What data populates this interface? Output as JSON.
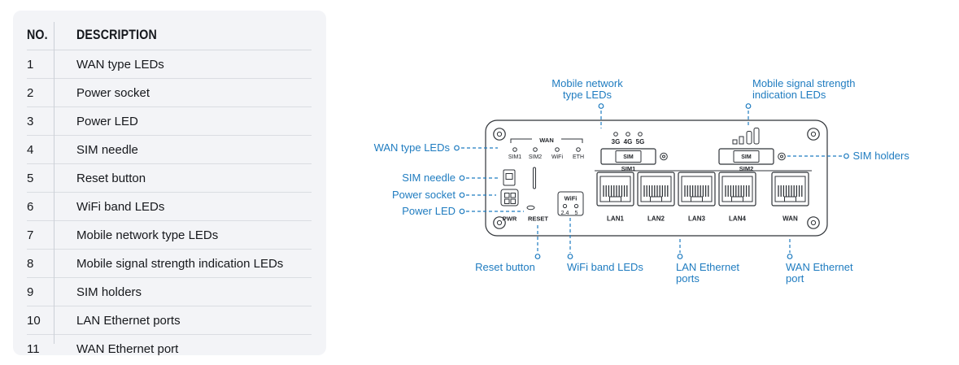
{
  "table": {
    "headers": {
      "no": "NO.",
      "description": "DESCRIPTION"
    },
    "rows": [
      {
        "no": "1",
        "description": "WAN type LEDs"
      },
      {
        "no": "2",
        "description": "Power socket"
      },
      {
        "no": "3",
        "description": "Power LED"
      },
      {
        "no": "4",
        "description": "SIM needle"
      },
      {
        "no": "5",
        "description": "Reset button"
      },
      {
        "no": "6",
        "description": "WiFi band LEDs"
      },
      {
        "no": "7",
        "description": "Mobile network type LEDs"
      },
      {
        "no": "8",
        "description": "Mobile signal strength indication LEDs"
      },
      {
        "no": "9",
        "description": "SIM holders"
      },
      {
        "no": "10",
        "description": "LAN Ethernet ports"
      },
      {
        "no": "11",
        "description": "WAN Ethernet port"
      }
    ]
  },
  "diagram": {
    "callouts": {
      "wan_type_leds": "WAN type LEDs",
      "sim_needle": "SIM needle",
      "power_socket": "Power socket",
      "power_led": "Power LED",
      "reset_button": "Reset button",
      "wifi_band_leds": "WiFi band LEDs",
      "sim_holders": "SIM holders",
      "mobile_network_type_leds": {
        "lines": [
          "Mobile network",
          "type LEDs"
        ]
      },
      "mobile_signal_strength": {
        "lines": [
          "Mobile signal strength",
          "indication LEDs"
        ]
      },
      "lan_ethernet_ports": {
        "lines": [
          "LAN Ethernet",
          "ports"
        ]
      },
      "wan_ethernet_port": {
        "lines": [
          "WAN Ethernet",
          "port"
        ]
      }
    },
    "device": {
      "wan_group": {
        "label": "WAN",
        "leds": [
          "SIM1",
          "SIM2",
          "WiFi",
          "ETH"
        ]
      },
      "network_type_leds": [
        "3G",
        "4G",
        "5G"
      ],
      "sim1": {
        "slot": "SIM",
        "name": "SIM1"
      },
      "sim2": {
        "slot": "SIM",
        "name": "SIM2"
      },
      "power_label": "PWR",
      "reset_label": "RESET",
      "wifi": {
        "label": "WiFi",
        "bands": [
          "2.4",
          "5"
        ]
      },
      "ports": [
        "LAN1",
        "LAN2",
        "LAN3",
        "LAN4",
        "WAN"
      ]
    },
    "colors": {
      "callout_blue": "#1f7cc0",
      "device_line": "#2f3338",
      "table_background": "#f3f4f7"
    }
  }
}
